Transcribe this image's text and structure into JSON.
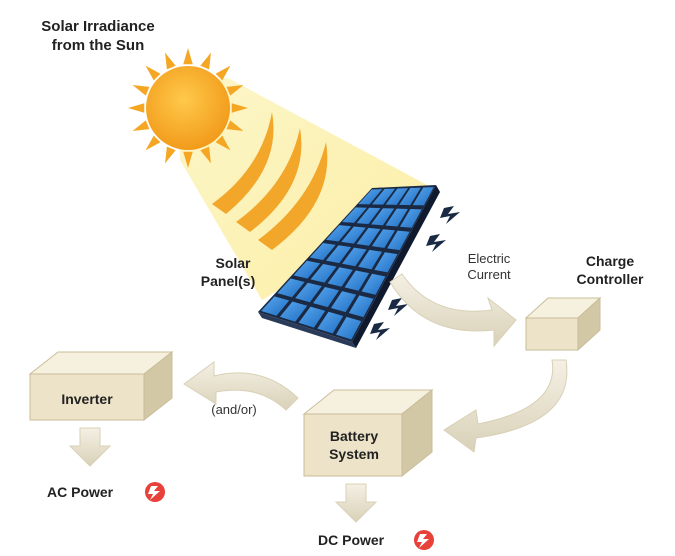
{
  "title": {
    "line1": "Solar Irradiance",
    "line2": "from the Sun"
  },
  "solar_panel": {
    "line1": "Solar",
    "line2": "Panel(s)"
  },
  "electric_current": {
    "line1": "Electric",
    "line2": "Current"
  },
  "charge_controller": {
    "line1": "Charge",
    "line2": "Controller"
  },
  "inverter": {
    "label": "Inverter"
  },
  "battery": {
    "line1": "Battery",
    "line2": "System"
  },
  "and_or": "(and/or)",
  "ac_power": "AC Power",
  "dc_power": "DC Power",
  "colors": {
    "sun": "#f5a623",
    "sun_core": "#f7b733",
    "beam": "#fbf1b0",
    "panel_cell": "#2f86d8",
    "panel_frame": "#1b2a44",
    "box_front": "#ece3c8",
    "box_top": "#f6f0de",
    "box_side": "#d3c8a6",
    "arrow": "#e9e3d0",
    "power_icon": "#e8413a"
  }
}
